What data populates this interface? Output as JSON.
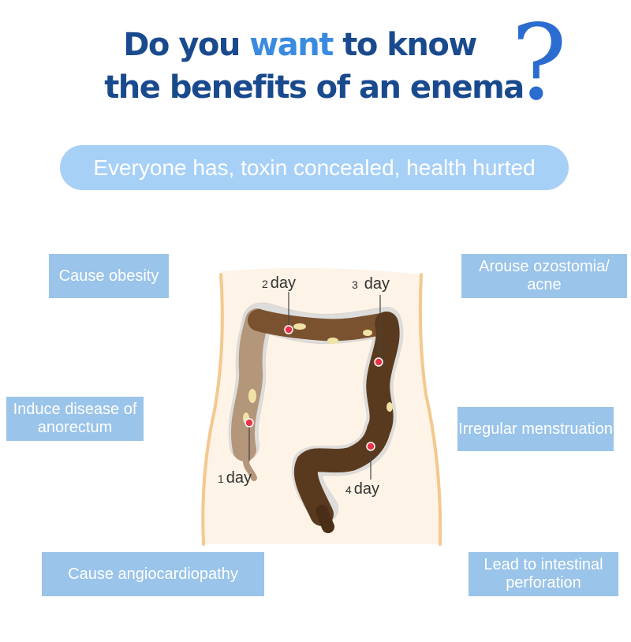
{
  "headline": {
    "line1_before": "Do you ",
    "line1_accent": "want",
    "line1_after": " to know",
    "line2": "the benefits of an enema",
    "question_mark": "?"
  },
  "banner": {
    "text": "Everyone has, toxin concealed, health hurted"
  },
  "boxes": {
    "obesity": "Cause obesity",
    "ozostomia": "Arouse ozostomia/ acne",
    "anorectum": "Induce disease of anorectum",
    "menstruation": "Irregular menstruation",
    "angiocardiopathy": "Cause angiocardiopathy",
    "perforation": "Lead to intestinal perforation"
  },
  "diagram": {
    "day1": {
      "num": "1",
      "unit": "day"
    },
    "day2": {
      "num": "2",
      "unit": "day"
    },
    "day3": {
      "num": "3",
      "unit": "day"
    },
    "day4": {
      "num": "4",
      "unit": "day"
    }
  },
  "colors": {
    "headline": "#1a4a8e",
    "accent": "#3a8be0",
    "banner_bg": "#a7d0f7",
    "box_bg": "#9ac4e9",
    "fresh_colon": "#b4967a",
    "old_colon": "#5a3a1e",
    "marker": "#e8334a"
  }
}
